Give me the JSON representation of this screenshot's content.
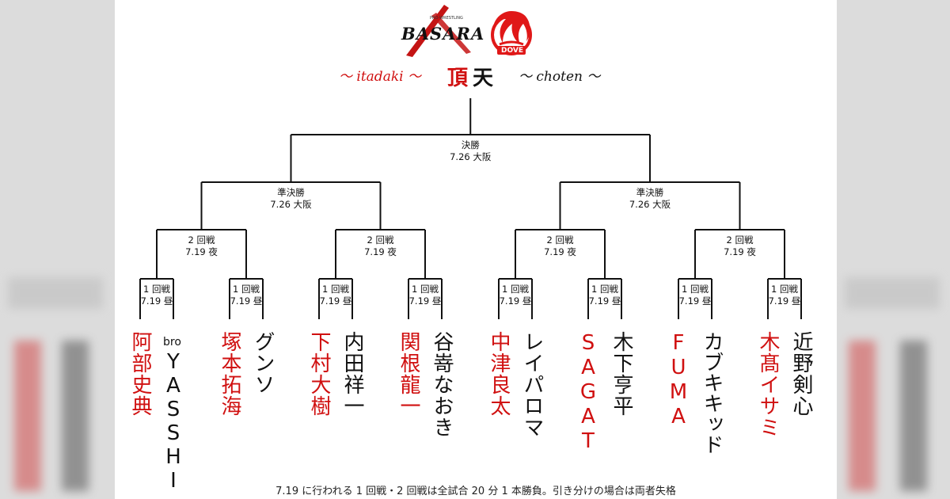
{
  "header": {
    "logo_basara_small": "PRO-WRESTLING",
    "logo_basara_text": "BASARA",
    "logo_dove_text": "DOVE",
    "tag_left": "～ itadaki ～",
    "title_kanji_1": "頂",
    "title_kanji_2": "天",
    "tag_right": "～ choten ～"
  },
  "colors": {
    "red": "#d01010",
    "black": "#111111"
  },
  "final": {
    "round": "決勝",
    "date": "7.26 大阪"
  },
  "semis": [
    {
      "round": "準決勝",
      "date": "7.26 大阪"
    },
    {
      "round": "準決勝",
      "date": "7.26 大阪"
    }
  ],
  "round2": [
    {
      "round": "2 回戦",
      "date": "7.19 夜"
    },
    {
      "round": "2 回戦",
      "date": "7.19 夜"
    },
    {
      "round": "2 回戦",
      "date": "7.19 夜"
    },
    {
      "round": "2 回戦",
      "date": "7.19 夜"
    }
  ],
  "round1": [
    {
      "round": "1 回戦",
      "date": "7.19 昼"
    },
    {
      "round": "1 回戦",
      "date": "7.19 昼"
    },
    {
      "round": "1 回戦",
      "date": "7.19 昼"
    },
    {
      "round": "1 回戦",
      "date": "7.19 昼"
    },
    {
      "round": "1 回戦",
      "date": "7.19 昼"
    },
    {
      "round": "1 回戦",
      "date": "7.19 昼"
    },
    {
      "round": "1 回戦",
      "date": "7.19 昼"
    },
    {
      "round": "1 回戦",
      "date": "7.19 昼"
    }
  ],
  "wrestlers": [
    {
      "name": "阿部史典",
      "color": "red"
    },
    {
      "prefix": "bro",
      "name": "YASSHI",
      "color": "black"
    },
    {
      "name": "塚本拓海",
      "color": "red"
    },
    {
      "name": "グンソ",
      "color": "black"
    },
    {
      "name": "下村大樹",
      "color": "red"
    },
    {
      "name": "内田祥一",
      "color": "black"
    },
    {
      "name": "関根龍一",
      "color": "red"
    },
    {
      "name": "谷嵜なおき",
      "color": "black"
    },
    {
      "name": "中津良太",
      "color": "red"
    },
    {
      "name": "レイパロマ",
      "color": "black"
    },
    {
      "name": "SAGAT",
      "color": "red"
    },
    {
      "name": "木下亨平",
      "color": "black"
    },
    {
      "name": "FUMA",
      "color": "red"
    },
    {
      "name": "カブキキッド",
      "color": "black"
    },
    {
      "name": "木髙イサミ",
      "color": "red"
    },
    {
      "name": "近野剣心",
      "color": "black"
    }
  ],
  "footnote": "7.19 に行われる 1 回戦・2 回戦は全試合 20 分 1 本勝負。引き分けの場合は両者失格"
}
